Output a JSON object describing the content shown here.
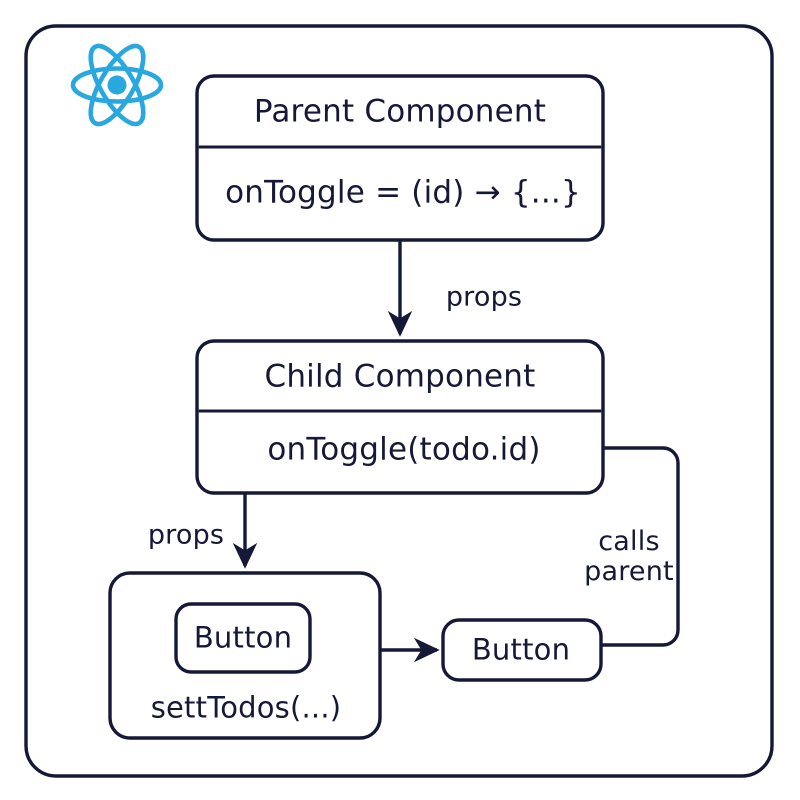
{
  "diagram": {
    "title_semantic": "react-props-callback-flow",
    "stroke_color": "#151836",
    "logo": {
      "name": "react-logo",
      "color": "#29A8E0"
    },
    "nodes": {
      "parent": {
        "header": "Parent Component",
        "body": "onToggle = (id) → {...}"
      },
      "child": {
        "header": "Child Component",
        "body": "onToggle(todo.id)"
      },
      "child_inner_group": {
        "button_label": "Button",
        "caption": "settTodos(...)"
      },
      "external_button": {
        "label": "Button"
      }
    },
    "edges": [
      {
        "name": "parent-to-child",
        "label": "props"
      },
      {
        "name": "child-to-button-group",
        "label": "props"
      },
      {
        "name": "button-to-parent-callback",
        "label_line1": "calls",
        "label_line2": "parent"
      }
    ]
  }
}
